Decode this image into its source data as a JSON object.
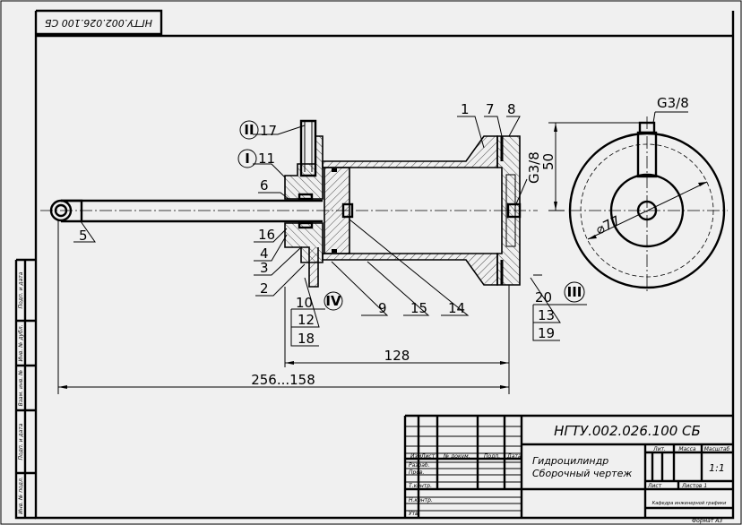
{
  "drawing": {
    "balloons": {
      "p1": "1",
      "p2": "2",
      "p3": "3",
      "p4": "4",
      "p5": "5",
      "p6": "6",
      "p7": "7",
      "p8": "8",
      "p9": "9",
      "p10": "10",
      "p11": "11",
      "p12": "12",
      "p13": "13",
      "p14": "14",
      "p15": "15",
      "p16": "16",
      "p17": "17",
      "p18": "18",
      "p19": "19",
      "p20": "20"
    },
    "detail_marks": {
      "I": "I",
      "II": "II",
      "III": "III",
      "IV": "IV"
    },
    "dimensions": {
      "thread_side": "G3/8",
      "thread_end": "G3/8",
      "height": "50",
      "diameter": "⌀77",
      "length_body": "128",
      "stroke_range": "256...158"
    }
  },
  "title_block": {
    "designation": "НГТУ.002.026.100  СБ",
    "name_line1": "Гидроцилиндр",
    "name_line2": "Сборочный  чертеж",
    "col_headers": {
      "change": "Изм",
      "sheet": "Лист",
      "doc_no": "№ докум.",
      "sign": "Подп.",
      "date": "Дата"
    },
    "roles": {
      "developer": "Разраб.",
      "checker": "Пров.",
      "tech_control": "Т.контр.",
      "norm_control": "Н.контр.",
      "approved": "Утв."
    },
    "lit_label": "Лит.",
    "mass_label": "Масса",
    "scale_label": "Масштаб",
    "scale_value": "1:1",
    "sheet_label": "Лист",
    "sheets_label": "Листов  1",
    "department": "Кафедра  инженерной  графики",
    "format": "Формат  А3"
  },
  "side_strip": {
    "inv_orig": "Инв. № подл.",
    "sign_date_1": "Подп. и дата",
    "replace_inv": "Взам. инв. №",
    "inv_dup": "Инв. № дубл.",
    "sign_date_2": "Подп. и дата"
  }
}
